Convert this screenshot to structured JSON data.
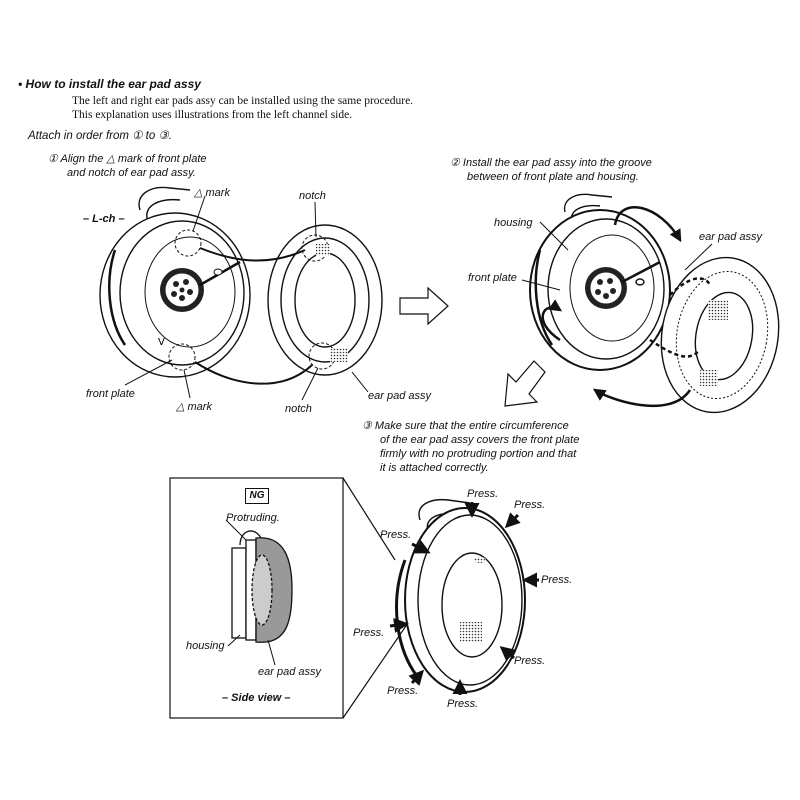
{
  "section": {
    "title": "• How to install the ear pad assy",
    "intro_line1": "The left and right ear pads assy can be installed using the same procedure.",
    "intro_line2": "This explanation uses illustrations from the left channel side.",
    "order": "Attach in order from ① to ③."
  },
  "step1": {
    "line1": "①  Align the △ mark of front plate",
    "line2": "and notch of ear pad assy.",
    "labels": {
      "mark_top": "△ mark",
      "notch_top": "notch",
      "lch": "– L-ch –",
      "front_plate": "front plate",
      "mark_bottom": "△ mark",
      "notch_bottom": "notch",
      "ear_pad": "ear pad assy"
    }
  },
  "step2": {
    "line1": "②  Install the ear pad assy into the groove",
    "line2": "between of front plate and housing.",
    "labels": {
      "housing": "housing",
      "front_plate": "front plate",
      "ear_pad": "ear pad assy"
    }
  },
  "step3": {
    "line1": "③  Make sure that the entire circumference",
    "line2": "of the ear pad assy covers the front plate",
    "line3": "firmly with no protruding portion and that",
    "line4": "it is attached correctly.",
    "press": "Press."
  },
  "ng_box": {
    "badge": "NG",
    "protruding": "Protruding.",
    "housing": "housing",
    "ear_pad": "ear pad assy",
    "side_view": "– Side view –"
  }
}
